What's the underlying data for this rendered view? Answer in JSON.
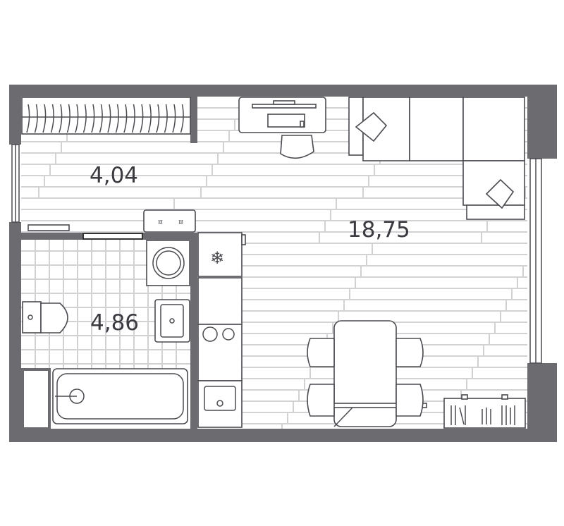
{
  "plan": {
    "rooms": [
      {
        "name": "hallway",
        "area": "4,04"
      },
      {
        "name": "living-room",
        "area": "18,75"
      },
      {
        "name": "bathroom",
        "area": "4,86"
      }
    ],
    "colors": {
      "wall": "#6b6b70",
      "text": "#3a3a40",
      "floor_lines": "#d2d2d4"
    }
  }
}
